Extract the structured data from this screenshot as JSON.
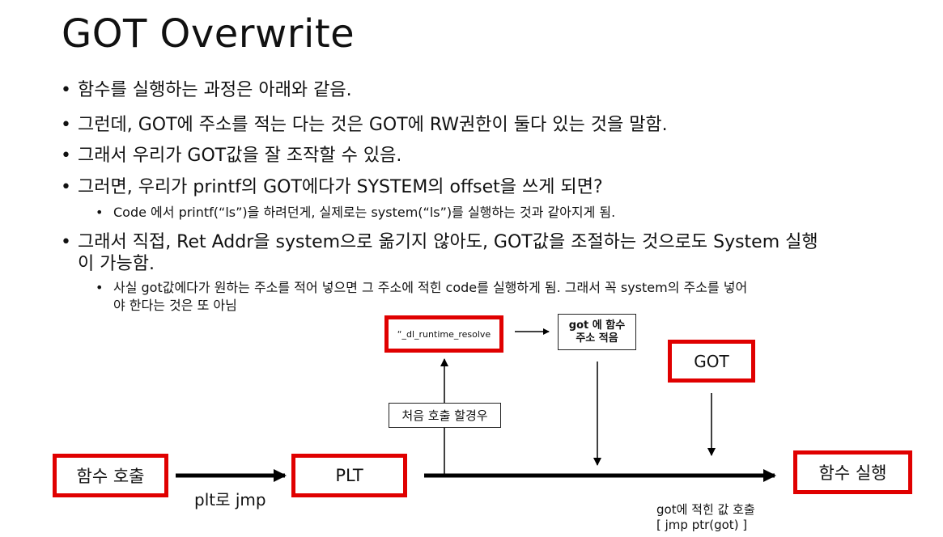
{
  "title": "GOT Overwrite",
  "bullets": [
    "함수를 실행하는 과정은 아래와 같음.",
    "그런데, GOT에 주소를 적는 다는 것은 GOT에 RW권한이 둘다 있는 것을 말함.",
    "그래서 우리가 GOT값을 잘 조작할 수 있음.",
    "그러면, 우리가 printf의 GOT에다가 SYSTEM의 offset을 쓰게 되면?",
    "Code 에서 printf(“ls”)을 하려던게, 실제로는 system(“ls”)를 실행하는 것과 같아지게 됨.",
    "그래서 직접, Ret Addr을 system으로 옮기지 않아도, GOT값을 조절하는 것으로도 System 실행",
    "이 가능함.",
    "사실 got값에다가 원하는 주소를 적어 넣으면 그 주소에 적힌 code를 실행하게 됨. 그래서 꼭 system의 주소를 넣어",
    "야 한다는 것은 또 아님"
  ],
  "bullet_glyph": "•",
  "diagram": {
    "call": "함수 호출",
    "plt": "PLT",
    "plt_jmp": "plt로 jmp",
    "resolve": "“_dl_runtime_resolve",
    "got_write_1": "got 에 함수",
    "got_write_2": "주소 적음",
    "first_call": "처음 호출 할경우",
    "got": "GOT",
    "exec": "함수 실행",
    "got_call_1": "got에 적힌 값 호출",
    "got_call_2": "[ jmp ptr(got) ]"
  },
  "colors": {
    "accent_red": "#e00000",
    "text": "#111111"
  }
}
